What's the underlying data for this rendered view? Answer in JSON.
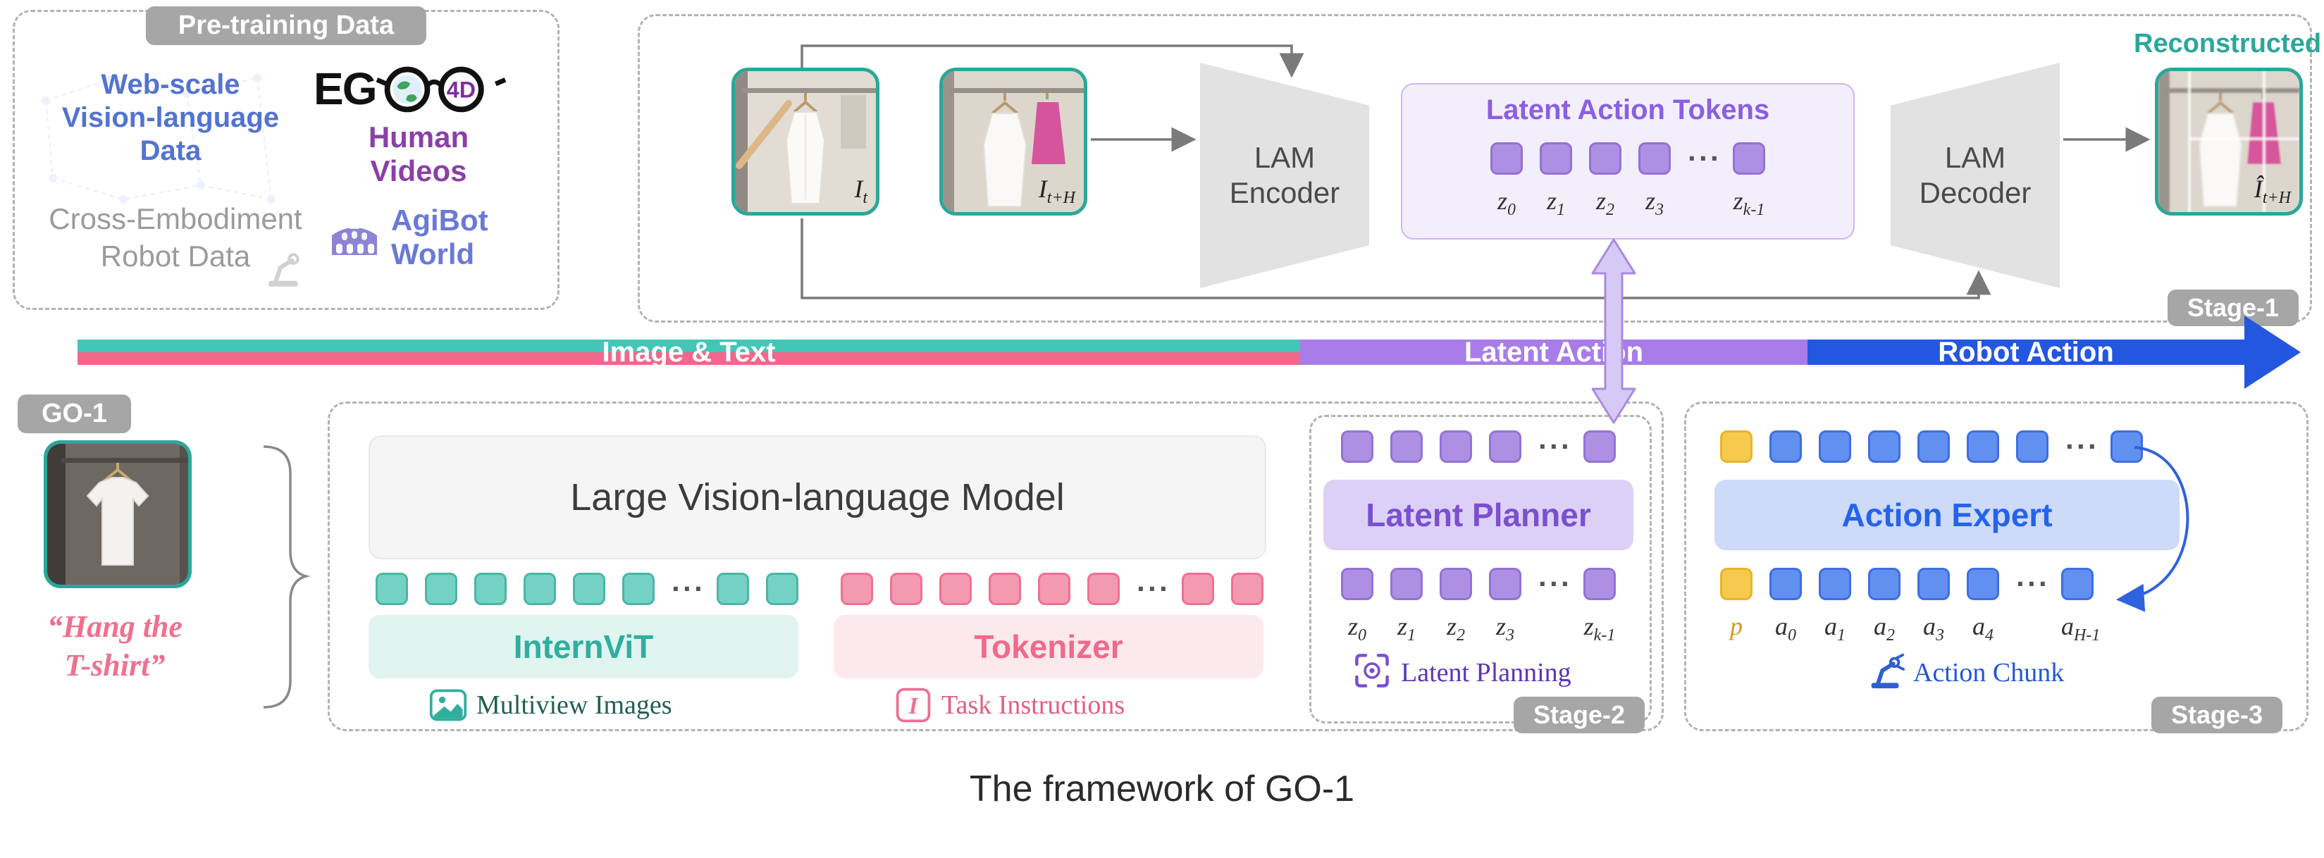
{
  "caption": "The framework of GO-1",
  "common": {
    "ellipsis": "···"
  },
  "colors": {
    "teal": "#2aa79b",
    "pink": "#f0708e",
    "purple": "#8a5fe0",
    "blue": "#2457e0",
    "yellow": "#f2c14e",
    "badge_gray": "#a6a6a6"
  },
  "pretraining": {
    "title": "Pre-training Data",
    "web_scale": "Web-scale\nVision-language\nData",
    "ego_prefix": "EG",
    "ego_suffix": "4D",
    "ego_subtitle": "Human Videos",
    "cross_embodiment": "Cross-Embodiment\nRobot Data",
    "agibot": "AgiBot\nWorld"
  },
  "stage1": {
    "badge": "Stage-1",
    "encoder": "LAM\nEncoder",
    "decoder": "LAM\nDecoder",
    "tokens_title": "Latent Action Tokens",
    "reconstructed": "Reconstructed",
    "img_t": {
      "base": "I",
      "sub": "t"
    },
    "img_th": {
      "base": "I",
      "sub": "t+H"
    },
    "img_hat": {
      "base": "Î",
      "sub": "t+H"
    }
  },
  "z_labels": [
    {
      "base": "z",
      "sub": "0"
    },
    {
      "base": "z",
      "sub": "1"
    },
    {
      "base": "z",
      "sub": "2"
    },
    {
      "base": "z",
      "sub": "3"
    },
    {
      "base": "z",
      "sub": "k-1"
    }
  ],
  "bar": {
    "image_text": "Image & Text",
    "latent_action": "Latent Action",
    "robot_action": "Robot Action"
  },
  "go1": {
    "badge": "GO-1",
    "instruction": "“Hang the\nT-shirt”"
  },
  "stage2": {
    "badge": "Stage-2",
    "lvm": "Large Vision-language Model",
    "internvit": "InternViT",
    "tokenizer": "Tokenizer",
    "multiview": "Multiview Images",
    "task": "Task Instructions",
    "task_icon_glyph": "I",
    "planner": "Latent Planner",
    "planning": "Latent Planning"
  },
  "stage3": {
    "badge": "Stage-3",
    "expert": "Action Expert",
    "chunk": "Action Chunk",
    "p": {
      "base": "p",
      "sub": ""
    },
    "a_labels": [
      {
        "base": "a",
        "sub": "0"
      },
      {
        "base": "a",
        "sub": "1"
      },
      {
        "base": "a",
        "sub": "2"
      },
      {
        "base": "a",
        "sub": "3"
      },
      {
        "base": "a",
        "sub": "4"
      },
      {
        "base": "a",
        "sub": "H-1"
      }
    ]
  }
}
